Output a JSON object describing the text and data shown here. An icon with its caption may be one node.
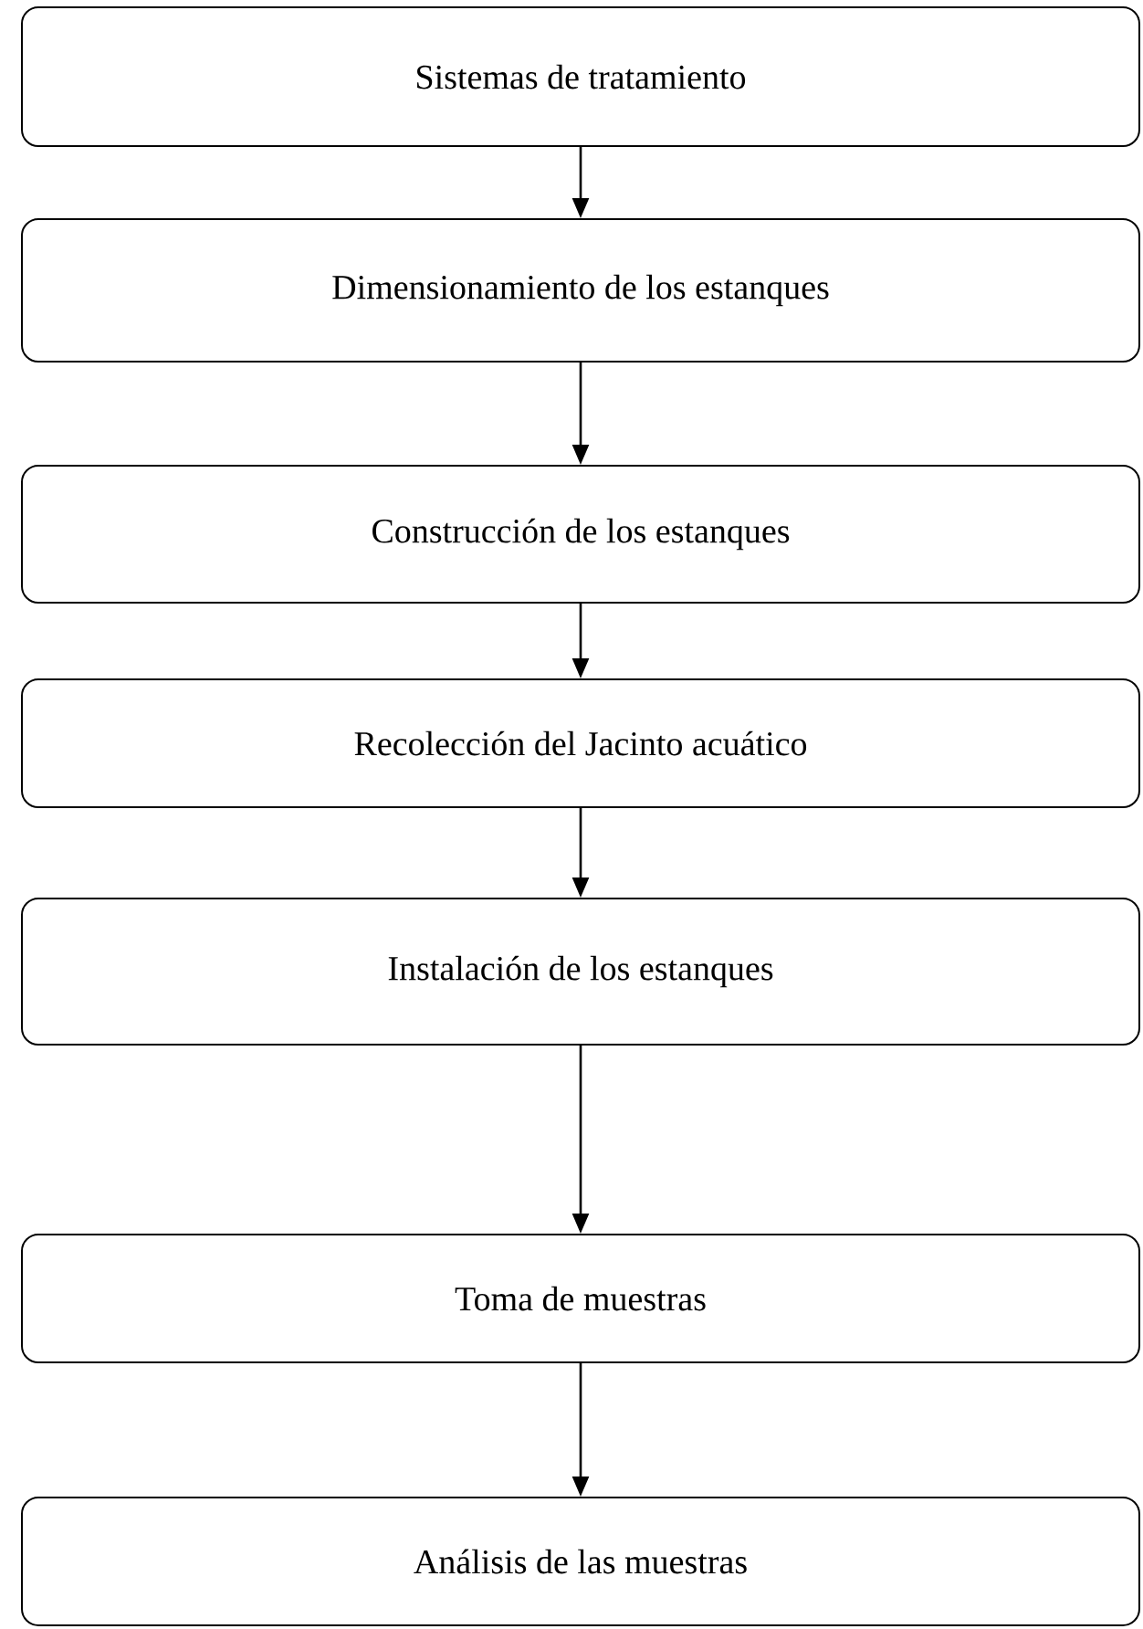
{
  "diagram": {
    "nodes": [
      {
        "text": [
          "Sistemas de tratamiento"
        ]
      },
      {
        "text": [
          "Dimensionamiento de los estanques"
        ]
      },
      {
        "text": [
          "Construcción de los estanques"
        ]
      },
      {
        "text": [
          "Recolección del Jacinto acuático"
        ]
      },
      {
        "text": [
          "Instalación de los estanques"
        ]
      },
      {
        "text": [
          "Toma de muestras"
        ]
      },
      {
        "text": [
          "Análisis de las muestras"
        ]
      }
    ],
    "edges": [
      {
        "from": 0,
        "to": 1,
        "arrow": "to"
      },
      {
        "from": 1,
        "to": 2,
        "arrow": "to"
      },
      {
        "from": 2,
        "to": 3,
        "arrow": "to"
      },
      {
        "from": 3,
        "to": 4,
        "arrow": "to"
      },
      {
        "from": 4,
        "to": 5,
        "arrow": "to"
      },
      {
        "from": 5,
        "to": 6,
        "arrow": "to"
      }
    ]
  }
}
